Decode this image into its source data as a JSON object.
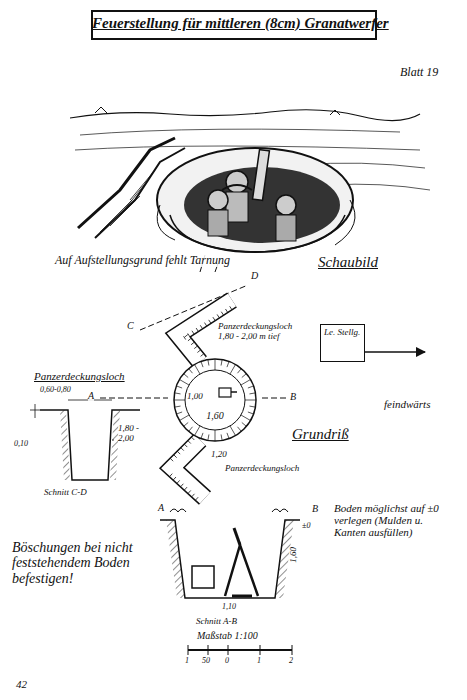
{
  "diagram": {
    "title": "Feuerstellung für mittleren (8cm) Granatwerfer",
    "nodes": [
      {
        "text": [
          "Le. Stellg."
        ]
      },
      {
        "text": [
          "1,60"
        ]
      }
    ],
    "labels": [
      "Blatt 19",
      "Auf Aufstellungsgrund fehlt Tarnung",
      "Schaubild",
      "D",
      "C",
      "Panzerdeckungsloch 1,80 - 2,00 m tief",
      "feindwärts",
      "Panzerdeckungsloch",
      "A",
      "B",
      "1,00",
      "Grundriß",
      "1,20",
      "Panzerdeckungsloch",
      "0,60-0,80",
      "0,10",
      "1,80 - 2,00",
      "Schnitt C-D",
      "A",
      "B",
      "±0",
      "1,60",
      "1,10",
      "Schnitt A-B",
      "Boden möglichst auf ±0 verlegen (Mulden u. Kanten ausfüllen)",
      "Böschungen bei nicht feststehendem Boden befestigen!",
      "Maßstab 1:100",
      "1",
      "50",
      "0",
      "1",
      "2",
      "42"
    ]
  }
}
